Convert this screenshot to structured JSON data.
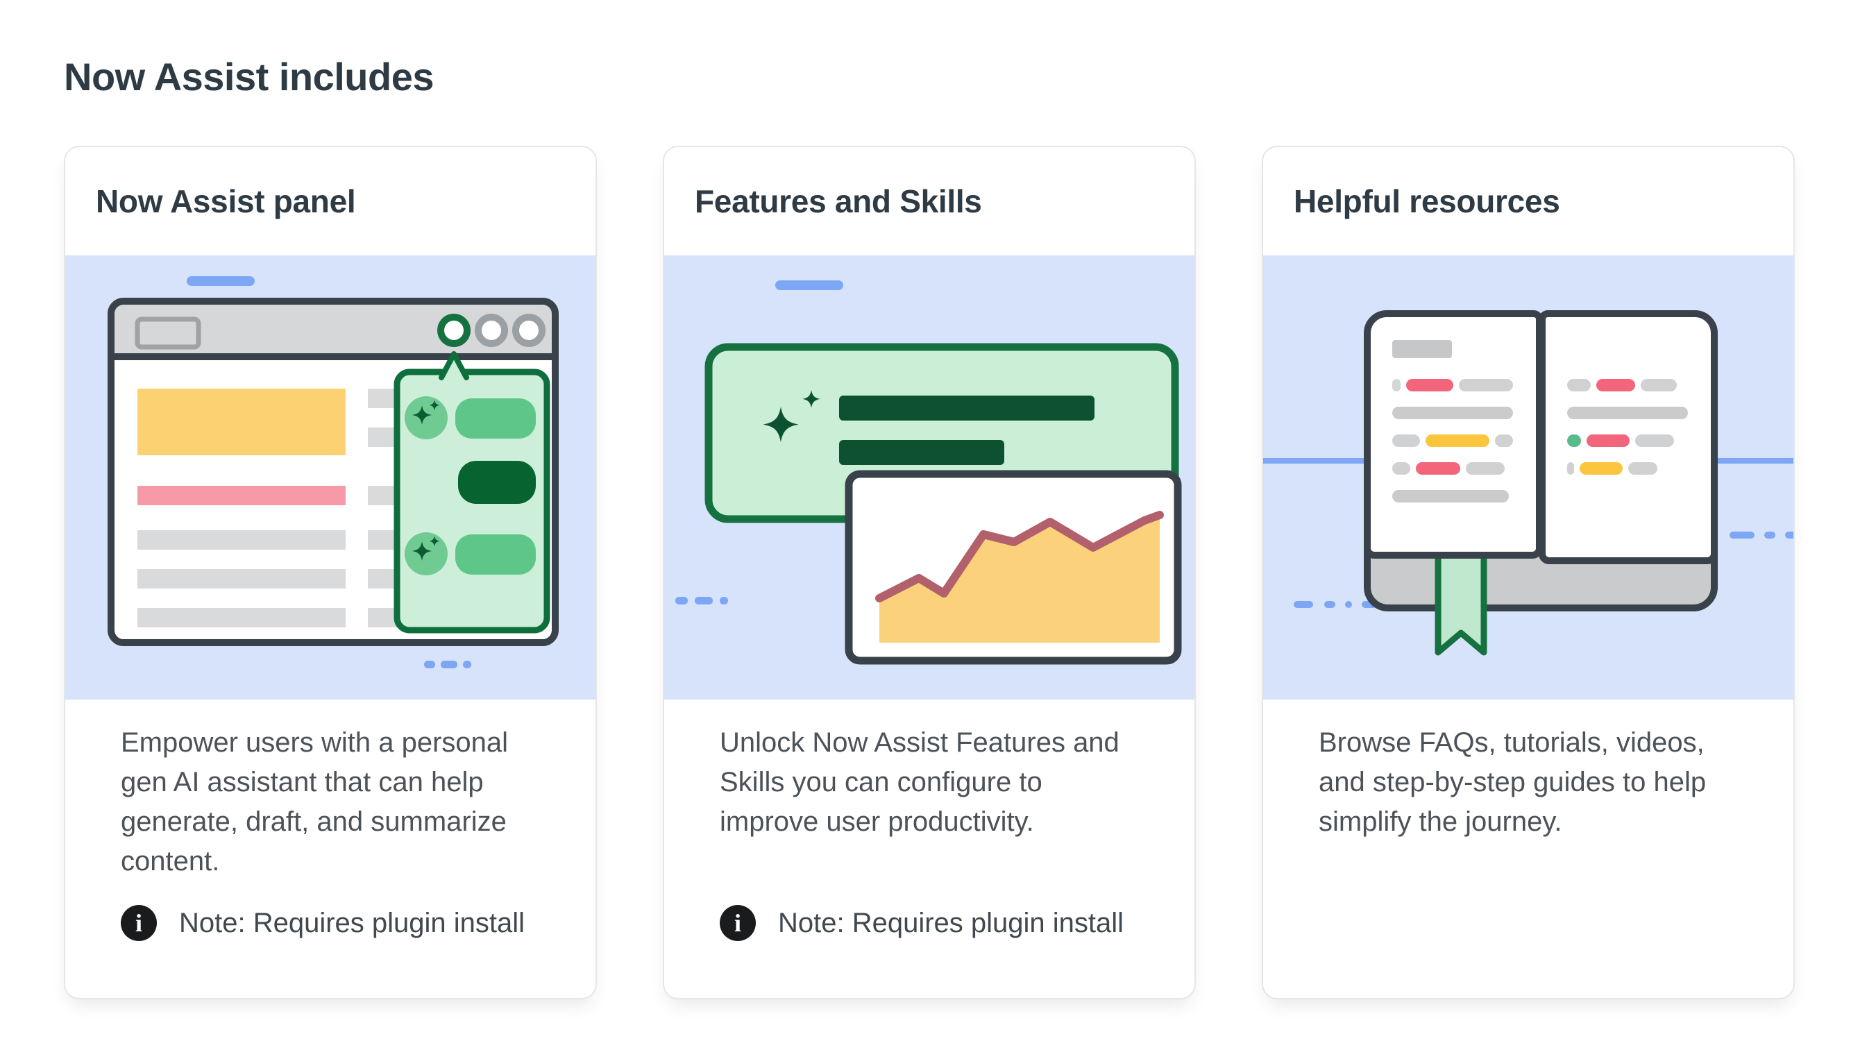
{
  "page": {
    "heading": "Now Assist includes"
  },
  "icons": {
    "info_glyph": "i"
  },
  "colors": {
    "illustration_bg": "#d7e3fa",
    "accent_blue_dash": "#7da7f4",
    "outline_slate": "#39424a",
    "green_border": "#15713f",
    "green_panel_fill": "#cdeed8",
    "green_box_fill": "#cbeed6",
    "green_bubble_light": "#5fc689",
    "green_bubble_dark": "#07632f",
    "green_sparkle": "#0b5c33",
    "yellow_bar": "#fcd172",
    "pink_bar": "#f79aa8",
    "gray_bar": "#d9dadb",
    "chart_area": "#fbd17c",
    "chart_line": "#b2606b",
    "book_cover_gray": "#c9cbcc",
    "book_red": "#f2657a",
    "book_amber": "#fbc63d",
    "book_green": "#58bb8a",
    "note_icon_bg": "#191b1d"
  },
  "cards": [
    {
      "title": "Now Assist panel",
      "description": "Empower users with a personal gen AI assistant that can help generate, draft, and summarize content.",
      "note": "Note: Requires plugin install"
    },
    {
      "title": "Features and Skills",
      "description": "Unlock Now Assist Features and Skills you can configure to improve user productivity.",
      "note": "Note: Requires plugin install"
    },
    {
      "title": "Helpful resources",
      "description": "Browse FAQs, tutorials, videos, and step-by-step guides to help simplify the journey.",
      "note": ""
    }
  ]
}
